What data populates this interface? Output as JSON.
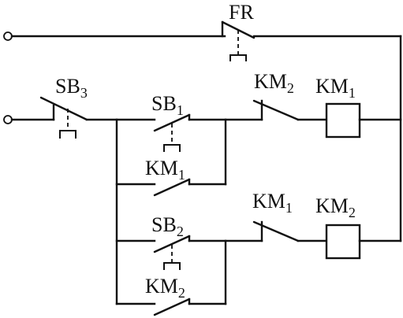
{
  "labels": {
    "fr": "FR",
    "sb3": {
      "main": "SB",
      "sub": "3"
    },
    "sb1": {
      "main": "SB",
      "sub": "1"
    },
    "sb2": {
      "main": "SB",
      "sub": "2"
    },
    "km1_hold": {
      "main": "KM",
      "sub": "1"
    },
    "km2_hold": {
      "main": "KM",
      "sub": "2"
    },
    "km2_interlock": {
      "main": "KM",
      "sub": "2"
    },
    "km1_interlock": {
      "main": "KM",
      "sub": "1"
    },
    "km1_coil": {
      "main": "KM",
      "sub": "1"
    },
    "km2_coil": {
      "main": "KM",
      "sub": "2"
    }
  }
}
